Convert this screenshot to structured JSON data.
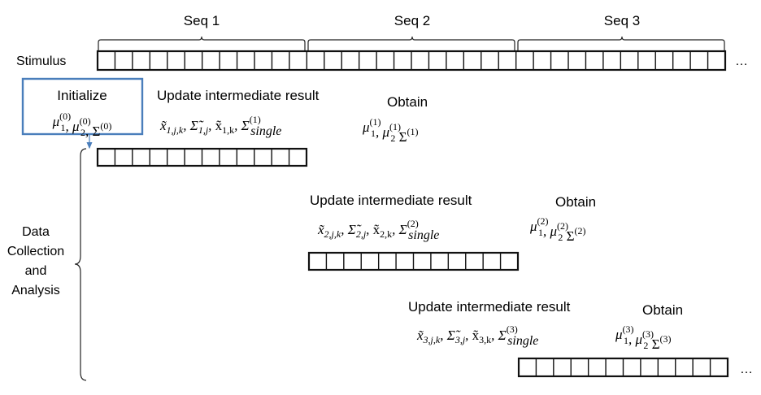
{
  "sequences": {
    "labels": [
      "Seq 1",
      "Seq 2",
      "Seq 3"
    ]
  },
  "stimulus": {
    "label": "Stimulus",
    "cells": 36,
    "ellipsis": "…"
  },
  "init_box": {
    "title": "Initialize",
    "params": [
      {
        "sym": "μ",
        "sub": "1",
        "sup": "(0)",
        "sep": ","
      },
      {
        "sym": "μ",
        "sub": "2",
        "sup": "(0)",
        "sep": ","
      },
      {
        "sym": "Σ",
        "sub": "",
        "sup": "(0)",
        "sep": ""
      }
    ],
    "border_color": "#4a7ebb"
  },
  "side_label": {
    "lines": [
      "Data",
      "Collection",
      "and",
      "Analysis"
    ]
  },
  "stages": [
    {
      "update_label": "Update intermediate result",
      "obtain_label": "Obtain",
      "inter_terms": [
        "x̃",
        "Σ̃",
        "x̃",
        "Σ"
      ],
      "inter_subs": [
        "1,j,k",
        "1,j",
        "1,k",
        "single"
      ],
      "inter_sup": "(1)",
      "obtain_params": [
        {
          "sym": "μ",
          "sub": "1",
          "sup": "(1)",
          "sep": ","
        },
        {
          "sym": "μ",
          "sub": "2",
          "sup": "(1)",
          "sep": ""
        },
        {
          "sym": "Σ",
          "sub": "",
          "sup": "(1)",
          "sep": ""
        }
      ],
      "cells": 12,
      "ellipsis": ""
    },
    {
      "update_label": "Update intermediate result",
      "obtain_label": "Obtain",
      "inter_terms": [
        "x̃",
        "Σ̃",
        "x̃",
        "Σ"
      ],
      "inter_subs": [
        "2,j,k",
        "2,j",
        "2,k",
        "single"
      ],
      "inter_sup": "(2)",
      "obtain_params": [
        {
          "sym": "μ",
          "sub": "1",
          "sup": "(2)",
          "sep": ","
        },
        {
          "sym": "μ",
          "sub": "2",
          "sup": "(2)",
          "sep": ""
        },
        {
          "sym": "Σ",
          "sub": "",
          "sup": "(2)",
          "sep": ""
        }
      ],
      "cells": 12,
      "ellipsis": ""
    },
    {
      "update_label": "Update intermediate result",
      "obtain_label": "Obtain",
      "inter_terms": [
        "x̃",
        "Σ̃",
        "x̃",
        "Σ"
      ],
      "inter_subs": [
        "3,j,k",
        "3,j",
        "3,k",
        "single"
      ],
      "inter_sup": "(3)",
      "obtain_params": [
        {
          "sym": "μ",
          "sub": "1",
          "sup": "(3)",
          "sep": ","
        },
        {
          "sym": "μ",
          "sub": "2",
          "sup": "(3)",
          "sep": ""
        },
        {
          "sym": "Σ",
          "sub": "",
          "sup": "(3)",
          "sep": ""
        }
      ],
      "cells": 12,
      "ellipsis": "…"
    }
  ]
}
